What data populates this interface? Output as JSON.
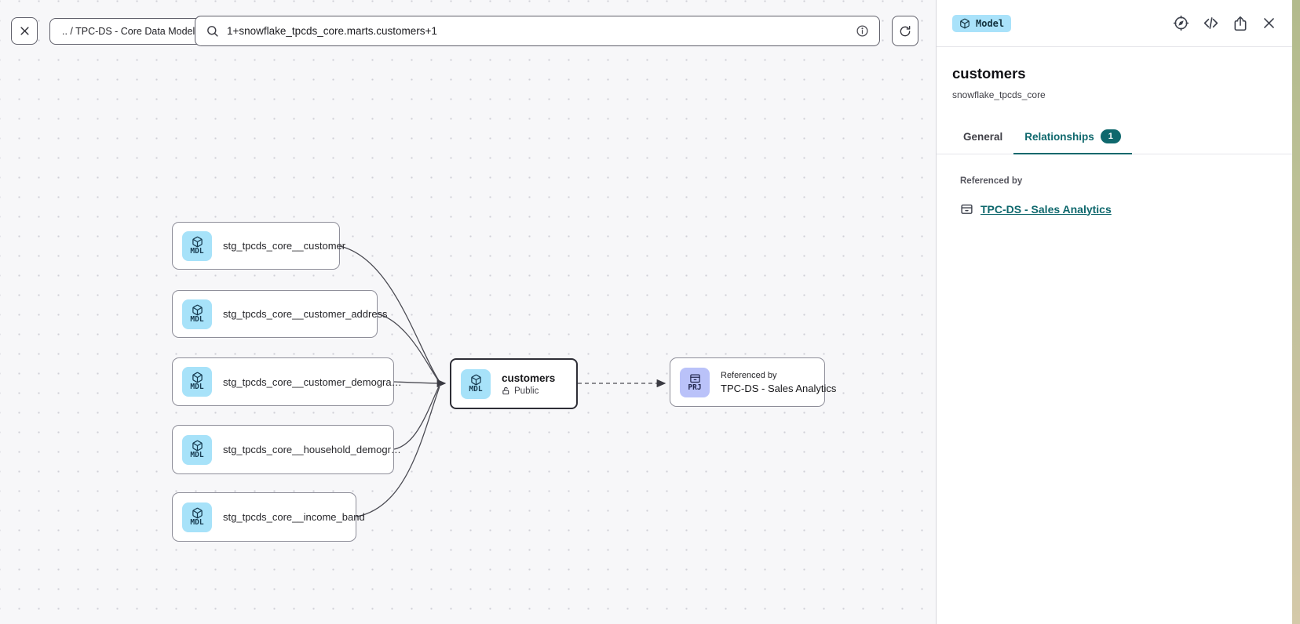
{
  "toolbar": {
    "breadcrumb": ".. / TPC-DS - Core Data Models",
    "search_value": "1+snowflake_tpcds_core.marts.customers+1"
  },
  "canvas": {
    "nodes": [
      {
        "badge": "MDL",
        "label": "stg_tpcds_core__customer"
      },
      {
        "badge": "MDL",
        "label": "stg_tpcds_core__customer_address"
      },
      {
        "badge": "MDL",
        "label": "stg_tpcds_core__customer_demogra…"
      },
      {
        "badge": "MDL",
        "label": "stg_tpcds_core__household_demogr…"
      },
      {
        "badge": "MDL",
        "label": "stg_tpcds_core__income_band"
      }
    ],
    "selected_node": {
      "badge": "MDL",
      "title": "customers",
      "visibility": "Public"
    },
    "project_node": {
      "badge": "PRJ",
      "kicker": "Referenced by",
      "label": "TPC-DS - Sales Analytics"
    }
  },
  "panel": {
    "type_badge": "Model",
    "title": "customers",
    "subtitle": "snowflake_tpcds_core",
    "tabs": [
      {
        "label": "General"
      },
      {
        "label": "Relationships",
        "badge": "1"
      }
    ],
    "referenced_by_label": "Referenced by",
    "referenced_by_link": "TPC-DS - Sales Analytics"
  },
  "colors": {
    "accent_teal": "#0f686d",
    "model_badge_blue": "#a7e2f9",
    "project_badge_purple": "#bac2f9",
    "canvas_bg": "#f7f7f9",
    "edge": "#4b4b53"
  }
}
